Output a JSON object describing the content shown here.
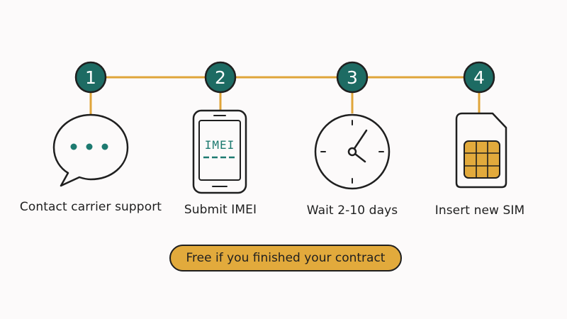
{
  "colors": {
    "background": "#fcfafa",
    "connector": "#e0a53a",
    "step_circle": "#1d6b63",
    "step_number": "#ffffff",
    "outline": "#1f1f1f",
    "accent_teal": "#1d7a70",
    "sim_chip": "#e2aa3c",
    "banner": "#e2aa3c"
  },
  "steps": [
    {
      "number": "1",
      "label": "Contact carrier support",
      "icon": "chat-bubble-icon"
    },
    {
      "number": "2",
      "label": "Submit IMEI",
      "icon": "phone-icon",
      "screen_text": "IMEI"
    },
    {
      "number": "3",
      "label": "Wait 2-10 days",
      "icon": "clock-icon"
    },
    {
      "number": "4",
      "label": "Insert new SIM",
      "icon": "sim-card-icon"
    }
  ],
  "banner": {
    "text": "Free if you finished your contract"
  }
}
